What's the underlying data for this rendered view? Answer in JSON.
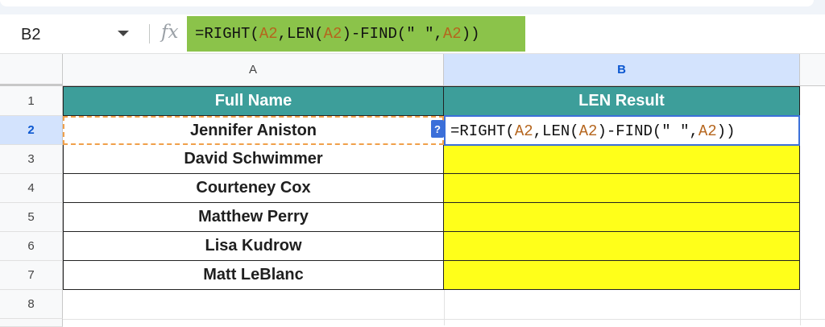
{
  "name_box": "B2",
  "fx_symbol": "fx",
  "formula": {
    "parts": [
      "=RIGHT(",
      "A2",
      ",LEN(",
      "A2",
      ")-FIND(\" \",",
      "A2",
      "))"
    ]
  },
  "columns": [
    "A",
    "B"
  ],
  "rows": [
    "1",
    "2",
    "3",
    "4",
    "5",
    "6",
    "7",
    "8"
  ],
  "header": {
    "a": "Full Name",
    "b": "LEN Result"
  },
  "names": [
    "Jennifer Aniston",
    "David Schwimmer",
    "Courteney Cox",
    "Matthew Perry",
    "Lisa Kudrow",
    "Matt LeBlanc"
  ],
  "editor": {
    "help_badge": "?",
    "parts": [
      "=RIGHT(",
      "A2",
      ",LEN(",
      "A2",
      ")-FIND(\" \",",
      "A2",
      "))"
    ]
  },
  "colors": {
    "header_fill": "#3d9e9a",
    "highlight_fill": "#ffff1a",
    "formula_bg": "#8bc34a",
    "ref_color": "#b5651d"
  }
}
